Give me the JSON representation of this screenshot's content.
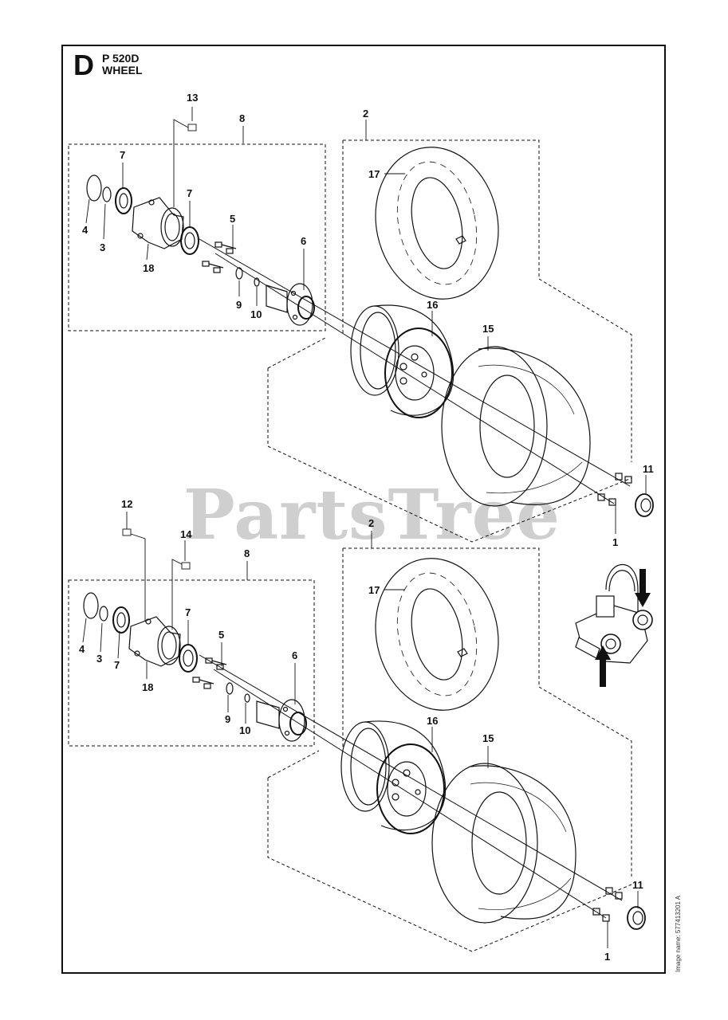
{
  "section": {
    "letter": "D",
    "model": "P 520D",
    "name": "WHEEL"
  },
  "watermark": "PartsTree",
  "image_name": "Image name: 577413201 A",
  "colors": {
    "line": "#111111",
    "watermark": "#cfcfcf"
  },
  "callouts_top": [
    "13",
    "8",
    "2",
    "7",
    "17",
    "7",
    "4",
    "3",
    "5",
    "18",
    "6",
    "9",
    "10",
    "16",
    "15",
    "11",
    "1"
  ],
  "callouts_bottom": [
    "12",
    "14",
    "8",
    "2",
    "17",
    "7",
    "4",
    "3",
    "7",
    "5",
    "6",
    "18",
    "9",
    "10",
    "16",
    "15",
    "11",
    "1"
  ]
}
